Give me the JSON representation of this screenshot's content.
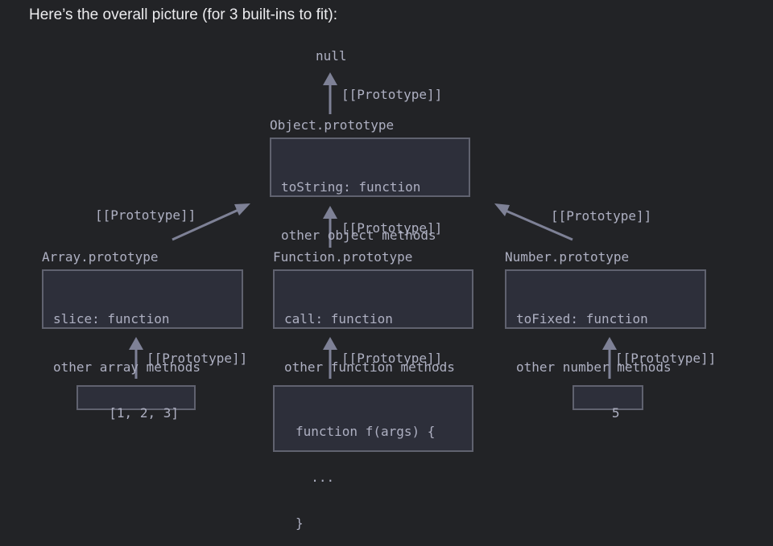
{
  "heading": "Here’s the overall picture (for 3 built-ins to fit):",
  "diagram": {
    "null_label": "null",
    "proto_link": "[[Prototype]]",
    "object_proto": {
      "title": "Object.prototype",
      "lines": [
        "toString: function",
        "other object methods"
      ]
    },
    "array_proto": {
      "title": "Array.prototype",
      "lines": [
        "slice: function",
        "other array methods"
      ]
    },
    "function_proto": {
      "title": "Function.prototype",
      "lines": [
        "call: function",
        "other function methods"
      ]
    },
    "number_proto": {
      "title": "Number.prototype",
      "lines": [
        "toFixed: function",
        "other number methods"
      ]
    },
    "array_instance": "[1, 2, 3]",
    "function_instance": [
      "function f(args) {",
      "  ...",
      "}"
    ],
    "number_instance": "5"
  },
  "colors": {
    "background": "#222326",
    "box_fill": "#2d2f3a",
    "box_border": "#60626f",
    "text": "#aeb0c2",
    "arrow": "#7e8196"
  }
}
